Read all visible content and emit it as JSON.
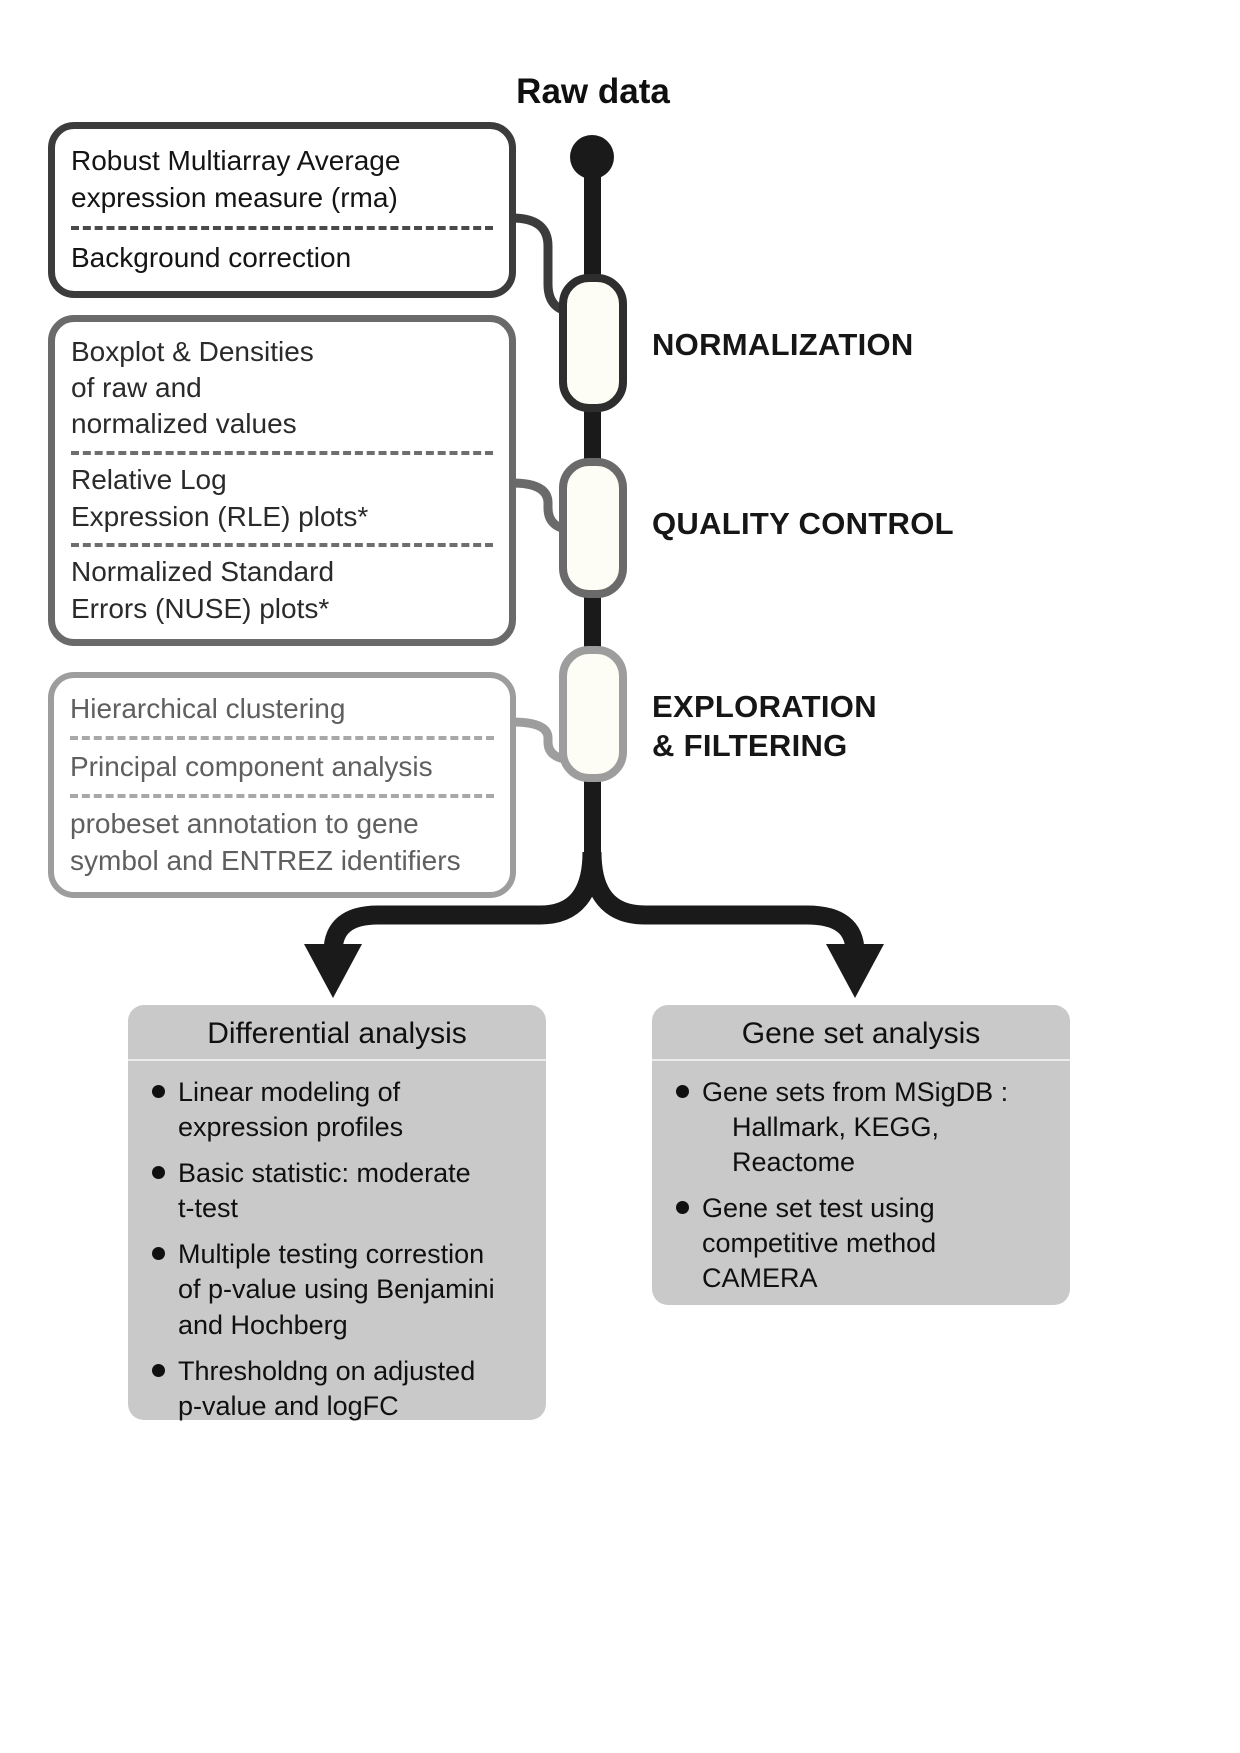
{
  "title": "Raw data",
  "stages": {
    "normalization": "NORMALIZATION",
    "quality_control": "QUALITY CONTROL",
    "exploration": "EXPLORATION\n& FILTERING"
  },
  "preprocess_boxes": {
    "normalization": {
      "item1": "Robust Multiarray Average\nexpression measure (rma)",
      "item2": "Background correction"
    },
    "quality_control": {
      "item1": "Boxplot & Densities\nof raw and\nnormalized values",
      "item2": "Relative Log\nExpression (RLE) plots*",
      "item3": "Normalized Standard\nErrors (NUSE) plots*"
    },
    "exploration": {
      "item1": "Hierarchical clustering",
      "item2": "Principal component analysis",
      "item3": "probeset annotation to gene\nsymbol and ENTREZ identifiers"
    }
  },
  "differential_analysis": {
    "title": "Differential analysis",
    "bullets": [
      "Linear modeling of\nexpression profiles",
      "Basic statistic: moderate\nt-test",
      "Multiple testing correstion\nof p-value using Benjamini\nand Hochberg",
      "Thresholdng on adjusted\np-value and logFC"
    ]
  },
  "gene_set_analysis": {
    "title": "Gene set analysis",
    "bullets": [
      "Gene sets from MSigDB :\n    Hallmark, KEGG,\n    Reactome",
      "Gene set test using\ncompetitive method\nCAMERA"
    ]
  },
  "colors": {
    "flow_black": "#1a1a1a",
    "normalization_border": "#3c3c3c",
    "quality_border": "#6a6a6a",
    "exploration_border": "#9d9d9d",
    "panel_gray": "#c9c9c9",
    "node_fill": "#fdfcf5"
  }
}
